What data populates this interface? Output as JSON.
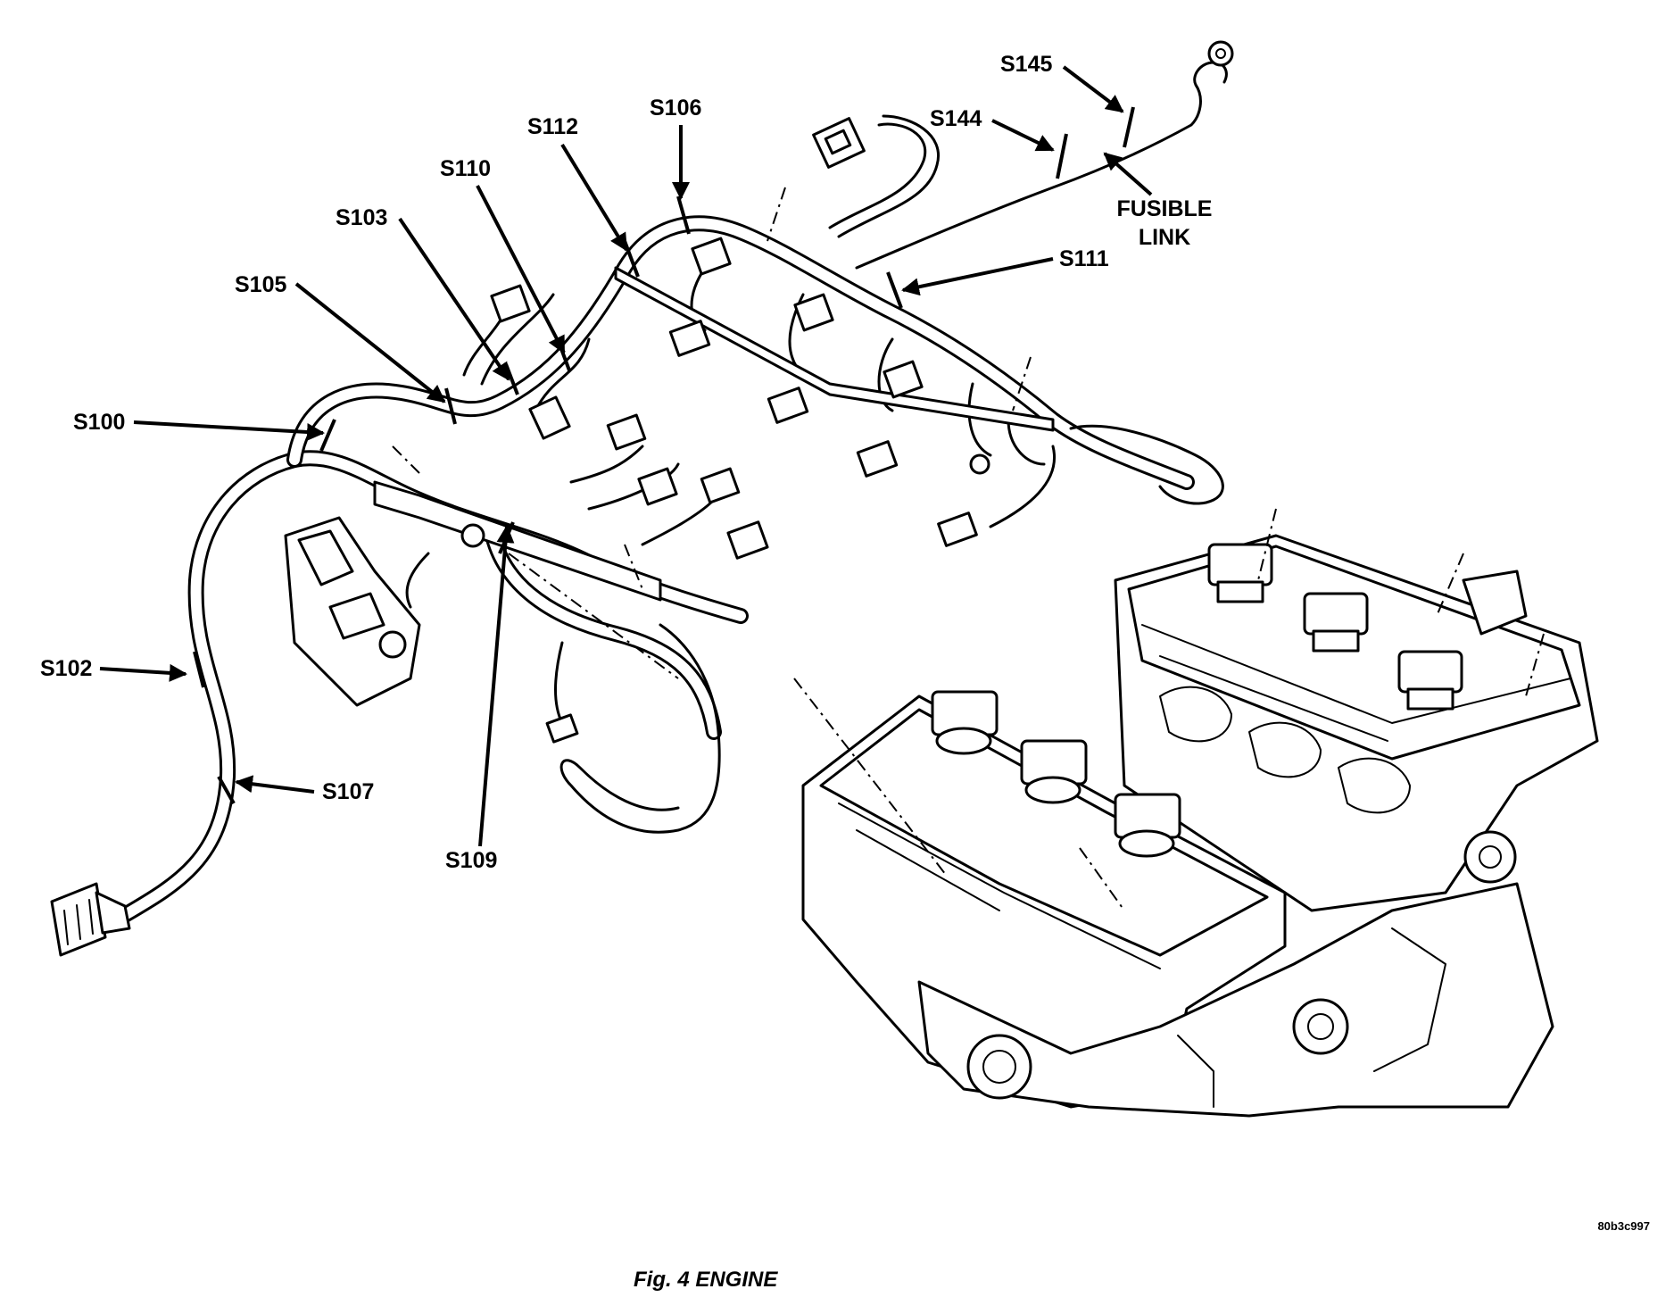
{
  "splice_labels": {
    "s100": "S100",
    "s102": "S102",
    "s103": "S103",
    "s105": "S105",
    "s106": "S106",
    "s107": "S107",
    "s109": "S109",
    "s110": "S110",
    "s111": "S111",
    "s112": "S112",
    "s144": "S144",
    "s145": "S145"
  },
  "fusible_link": {
    "line1": "FUSIBLE",
    "line2": "LINK"
  },
  "figure_code": "80b3c997",
  "caption": "Fig. 4 ENGINE"
}
